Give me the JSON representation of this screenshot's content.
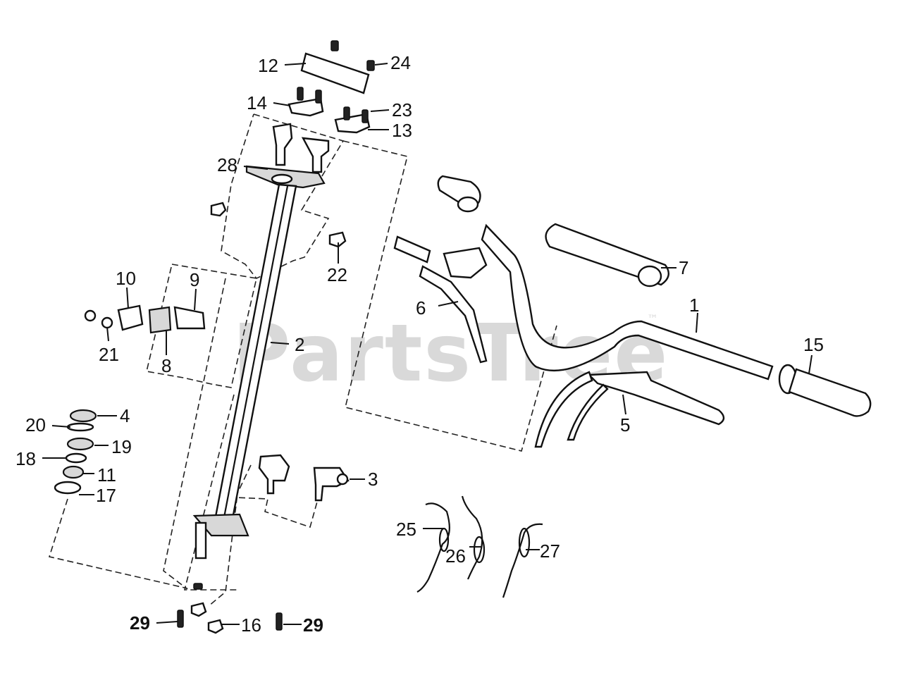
{
  "watermark": {
    "text": "PartsTree",
    "trademark": "™"
  },
  "callouts": {
    "c1": "1",
    "c2": "2",
    "c3": "3",
    "c4": "4",
    "c5": "5",
    "c6": "6",
    "c7": "7",
    "c8": "8",
    "c9": "9",
    "c10": "10",
    "c11": "11",
    "c12": "12",
    "c13": "13",
    "c14": "14",
    "c15": "15",
    "c16": "16",
    "c17": "17",
    "c18": "18",
    "c19": "19",
    "c20": "20",
    "c21": "21",
    "c22": "22",
    "c23": "23",
    "c24": "24",
    "c25": "25",
    "c26": "26",
    "c27": "27",
    "c28": "28",
    "c29a": "29",
    "c29b": "29"
  }
}
